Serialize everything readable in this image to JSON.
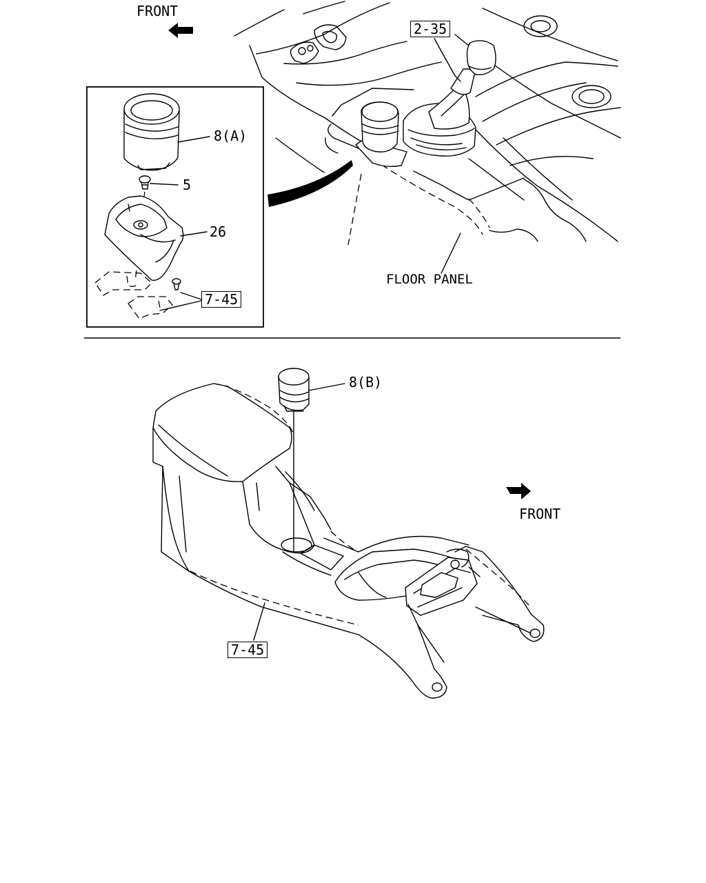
{
  "labels": {
    "front_top": "FRONT",
    "front_bottom": "FRONT",
    "ref_2_35": "2-35",
    "ref_7_45_inset": "7-45",
    "ref_7_45_bottom": "7-45",
    "part_8a": "8(A)",
    "part_5": "5",
    "part_26": "26",
    "part_8b": "8(B)",
    "floor_panel": "FLOOR PANEL"
  }
}
